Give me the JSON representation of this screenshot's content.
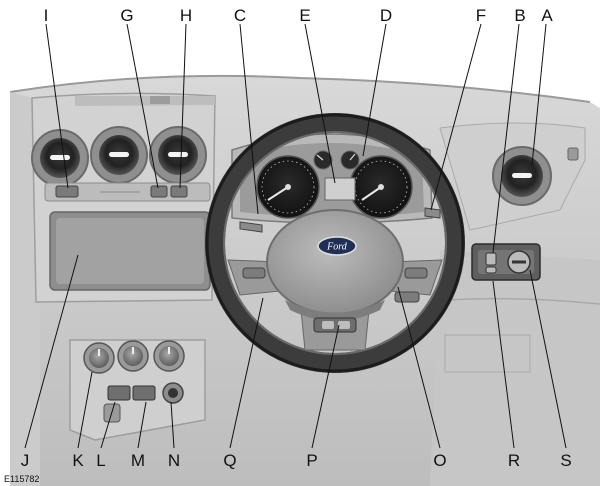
{
  "figure": {
    "image_code": "E115782",
    "brand_badge": "Ford"
  },
  "callouts": [
    {
      "id": "A",
      "label": "A"
    },
    {
      "id": "B",
      "label": "B"
    },
    {
      "id": "C",
      "label": "C"
    },
    {
      "id": "D",
      "label": "D"
    },
    {
      "id": "E",
      "label": "E"
    },
    {
      "id": "F",
      "label": "F"
    },
    {
      "id": "G",
      "label": "G"
    },
    {
      "id": "H",
      "label": "H"
    },
    {
      "id": "I",
      "label": "I"
    },
    {
      "id": "J",
      "label": "J"
    },
    {
      "id": "K",
      "label": "K"
    },
    {
      "id": "L",
      "label": "L"
    },
    {
      "id": "M",
      "label": "M"
    },
    {
      "id": "N",
      "label": "N"
    },
    {
      "id": "O",
      "label": "O"
    },
    {
      "id": "P",
      "label": "P"
    },
    {
      "id": "Q",
      "label": "Q"
    },
    {
      "id": "R",
      "label": "R"
    },
    {
      "id": "S",
      "label": "S"
    }
  ]
}
